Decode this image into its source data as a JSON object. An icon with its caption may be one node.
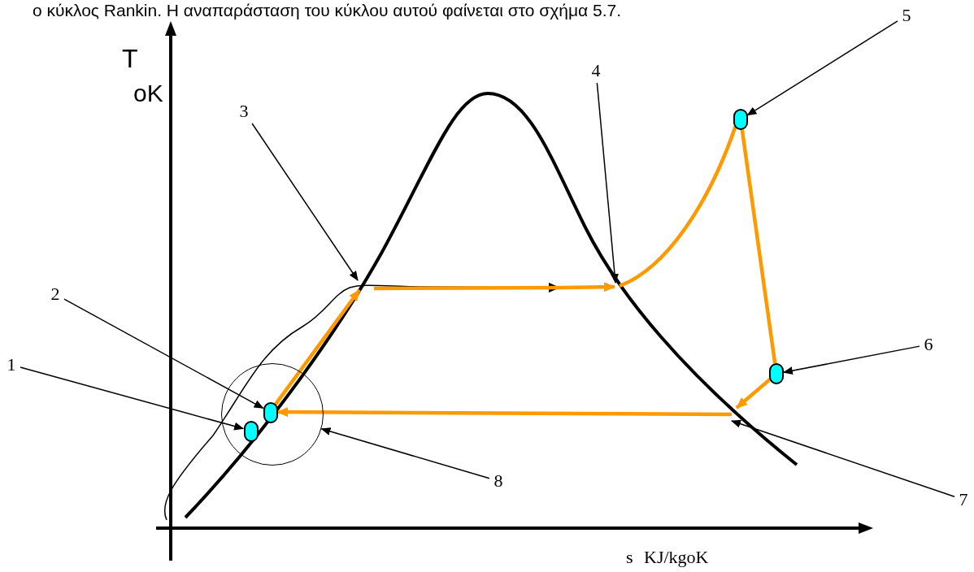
{
  "diagram": {
    "nodes": [
      {
        "text": [
          "5"
        ]
      },
      {
        "text": [
          "4"
        ]
      },
      {
        "text": [
          "3"
        ]
      },
      {
        "text": [],
        "shape": "circle"
      },
      {
        "text": [
          "2"
        ]
      },
      {
        "text": [
          "1"
        ]
      },
      {
        "text": [
          "6"
        ]
      },
      {
        "text": [],
        "shape": "circle"
      },
      {
        "text": [],
        "shape": "circle"
      },
      {
        "text": [],
        "shape": "circle",
        "in": 8
      },
      {
        "text": [],
        "shape": "circle",
        "in": 8
      },
      {
        "text": [
          "8"
        ]
      },
      {
        "text": [
          "7"
        ]
      }
    ],
    "edges": [
      {
        "from": 0,
        "to": 3,
        "arrow": "to"
      },
      {
        "from": 1,
        "to": null,
        "arrow": "to"
      },
      {
        "from": 2,
        "to": null,
        "arrow": "to"
      },
      {
        "from": 4,
        "to": 9,
        "arrow": "to"
      },
      {
        "from": 5,
        "to": 10,
        "arrow": "to"
      },
      {
        "from": 6,
        "to": 7,
        "arrow": "to"
      },
      {
        "from": 11,
        "to": 8,
        "arrow": "to"
      },
      {
        "from": 12,
        "to": null,
        "arrow": "to"
      },
      {
        "from": 9,
        "to": null,
        "arrow": "to",
        "style": "thick",
        "color": "#ff9900"
      },
      {
        "from": null,
        "to": 9,
        "arrow": "to",
        "style": "thick",
        "color": "#ff9900"
      },
      {
        "from": null,
        "to": 3,
        "arrow": "none",
        "style": "thick",
        "color": "#ff9900"
      },
      {
        "from": 3,
        "to": 7,
        "arrow": "none",
        "style": "thick",
        "color": "#ff9900"
      },
      {
        "from": 7,
        "to": null,
        "arrow": "to",
        "style": "thick",
        "color": "#ff9900"
      }
    ],
    "labels": [
      "ο κύκλος Rankin. Η αναπαράσταση του κύκλου αυτού φαίνεται στο σχήμα 5.7.",
      "T",
      "oK",
      "s KJ/kgoK"
    ]
  }
}
